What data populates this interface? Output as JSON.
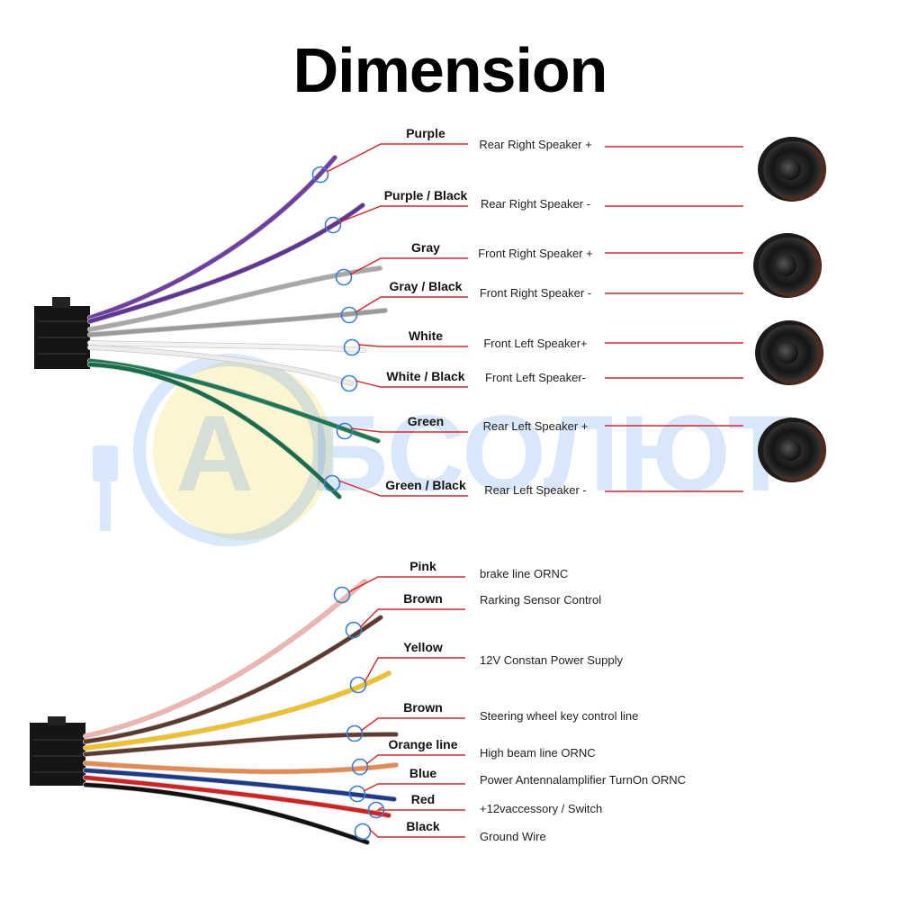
{
  "title": "Dimension",
  "watermark": {
    "text": "БСОЛЮТ",
    "letter": "A",
    "color": "#2f7ee8"
  },
  "colors": {
    "leader": "#d9262b",
    "marker": "#3b7fd4"
  },
  "speaker_wires": [
    {
      "name": "Purple",
      "function": "Rear Right Speaker +",
      "color": "#6e3fa0"
    },
    {
      "name": "Purple / Black",
      "function": "Rear Right Speaker -",
      "color": "#5e3591"
    },
    {
      "name": "Gray",
      "function": "Front Right Speaker +",
      "color": "#a7a7a7"
    },
    {
      "name": "Gray / Black",
      "function": "Front Right Speaker -",
      "color": "#9a9a9a"
    },
    {
      "name": "White",
      "function": "Front Left Speaker+",
      "color": "#f2f2f2"
    },
    {
      "name": "White / Black",
      "function": "Front Left Speaker-",
      "color": "#ececec"
    },
    {
      "name": "Green",
      "function": "Rear Left Speaker +",
      "color": "#1b7a52"
    },
    {
      "name": "Green / Black",
      "function": "Rear Left Speaker -",
      "color": "#176d48"
    }
  ],
  "power_wires": [
    {
      "name": "Pink",
      "function": "brake line  ORNC",
      "color": "#f0b3ad"
    },
    {
      "name": "Brown",
      "function": "Rarking Sensor Control",
      "color": "#5a3a2c"
    },
    {
      "name": "Yellow",
      "function": "12V Constan Power Supply",
      "color": "#f2c21b"
    },
    {
      "name": "Brown",
      "function": "Steering wheel key control line",
      "color": "#5e3b2e"
    },
    {
      "name": "Orange line",
      "function": "High beam line  ORNC",
      "color": "#e8884a"
    },
    {
      "name": "Blue",
      "function": "Power Antennalamplifier TurnOn ORNC",
      "color": "#1c3a8a"
    },
    {
      "name": "Red",
      "function": "+12vaccessory / Switch",
      "color": "#d42020"
    },
    {
      "name": "Black",
      "function": "Ground Wire",
      "color": "#111111"
    }
  ],
  "speaker_icons": [
    "speaker-icon",
    "speaker-icon",
    "speaker-icon",
    "speaker-icon"
  ],
  "connector_icons": [
    "connector-icon",
    "connector-icon"
  ]
}
